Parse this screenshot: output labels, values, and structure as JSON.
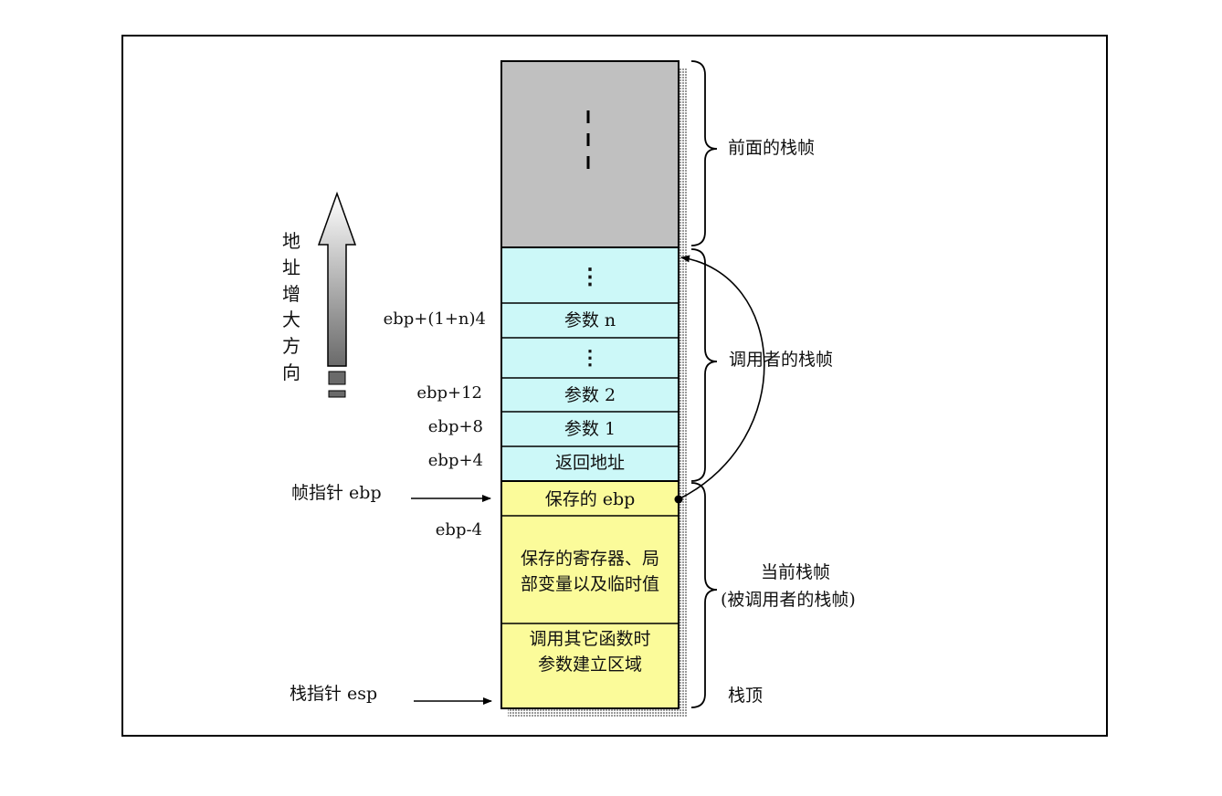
{
  "colors": {
    "prev_frame": "#c0c0c0",
    "caller_frame": "#ccf8f8",
    "current_frame": "#fbfb9a",
    "shadow": "#bdbdbd"
  },
  "stack": {
    "cells": {
      "dots_top": "⋮",
      "param_n": "参数 n",
      "dots_mid": "⋮",
      "param_2": "参数 2",
      "param_1": "参数 1",
      "return_addr": "返回地址",
      "saved_ebp": "保存的 ebp",
      "saved_regs": [
        "保存的寄存器、局",
        "部变量以及临时值"
      ],
      "call_args": [
        "调用其它函数时",
        "参数建立区域"
      ]
    }
  },
  "offsets": {
    "param_n": "ebp+(1+n)4",
    "param_2": "ebp+12",
    "param_1": "ebp+8",
    "return_addr": "ebp+4",
    "below_ebp": "ebp-4"
  },
  "pointers": {
    "frame_pointer": "帧指针 ebp",
    "stack_pointer": "栈指针 esp"
  },
  "brackets": {
    "previous": "前面的栈帧",
    "caller": "调用者的栈帧",
    "current_line1": "当前栈帧",
    "current_line2": "(被调用者的栈帧)",
    "stack_top": "栈顶"
  },
  "address_direction": [
    "地",
    "址",
    "增",
    "大",
    "方",
    "向"
  ]
}
